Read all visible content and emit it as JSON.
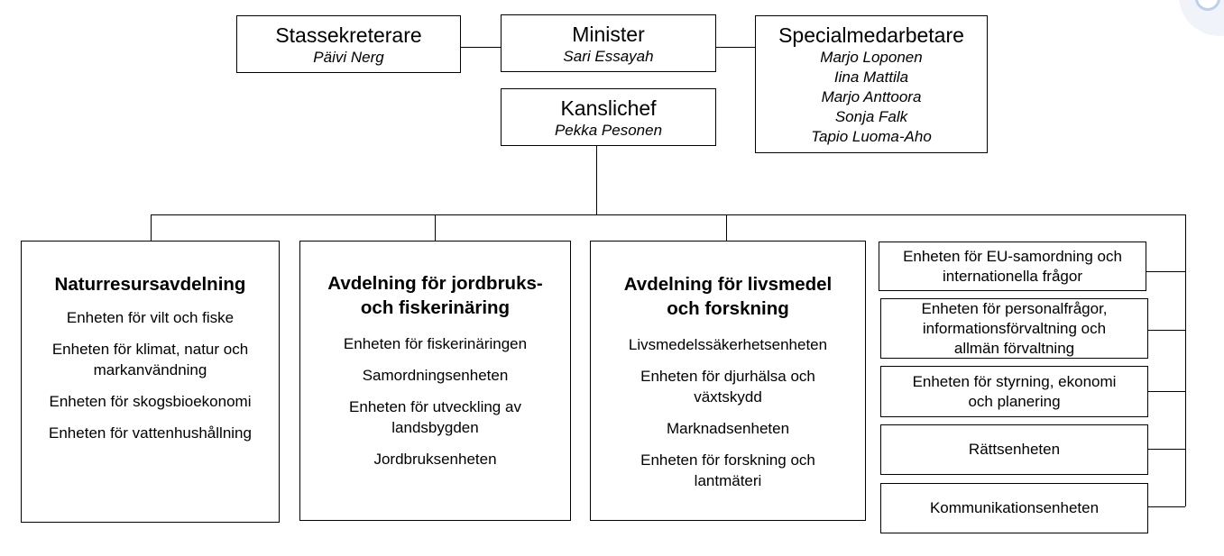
{
  "top": {
    "stassekreterare": {
      "title": "Stassekreterare",
      "name": "Päivi Nerg"
    },
    "minister": {
      "title": "Minister",
      "name": "Sari Essayah"
    },
    "specialmedarbetare": {
      "title": "Specialmedarbetare",
      "names": [
        "Marjo Loponen",
        "Iina Mattila",
        "Marjo Anttoora",
        "Sonja Falk",
        "Tapio Luoma-Aho"
      ]
    },
    "kanslichef": {
      "title": "Kanslichef",
      "name": "Pekka Pesonen"
    }
  },
  "departments": [
    {
      "title_lines": [
        "Naturresursavdelning"
      ],
      "units": [
        [
          "Enheten för vilt och fiske"
        ],
        [
          "Enheten för klimat, natur och",
          "markanvändning"
        ],
        [
          "Enheten för skogsbioekonomi"
        ],
        [
          "Enheten för vattenhushållning"
        ]
      ]
    },
    {
      "title_lines": [
        "Avdelning för jordbruks-",
        "och fiskerinäring"
      ],
      "units": [
        [
          "Enheten för fiskerinäringen"
        ],
        [
          "Samordningsenheten"
        ],
        [
          "Enheten för utveckling av",
          "landsbygden"
        ],
        [
          "Jordbruksenheten"
        ]
      ]
    },
    {
      "title_lines": [
        "Avdelning för livsmedel",
        "och forskning"
      ],
      "units": [
        [
          "Livsmedelssäkerhetsenheten"
        ],
        [
          "Enheten för djurhälsa och",
          "växtskydd"
        ],
        [
          "Marknadsenheten"
        ],
        [
          "Enheten för forskning och",
          "lantmäteri"
        ]
      ]
    }
  ],
  "staff_units": [
    [
      "Enheten för EU-samordning och",
      "internationella frågor"
    ],
    [
      "Enheten för personalfrågor,",
      "informationsförvaltning och",
      "allmän förvaltning"
    ],
    [
      "Enheten för styrning, ekonomi",
      "och planering"
    ],
    [
      "Rättsenheten"
    ],
    [
      "Kommunikationsenheten"
    ]
  ]
}
